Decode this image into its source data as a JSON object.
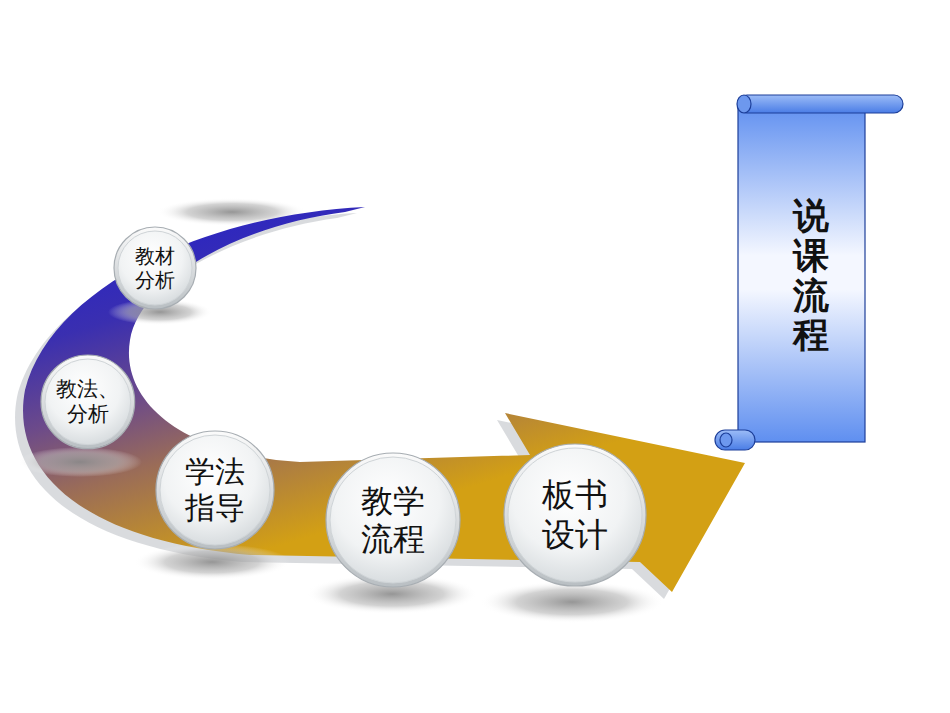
{
  "diagram": {
    "nodes": [
      {
        "text": [
          "教材 分析"
        ]
      },
      {
        "text": [
          "教法、 分析"
        ]
      },
      {
        "text": [
          "学法 指导"
        ]
      },
      {
        "text": [
          "教学 流程"
        ]
      },
      {
        "text": [
          "板书 设计"
        ]
      },
      {
        "text": [
          "说课流程"
        ]
      }
    ]
  }
}
